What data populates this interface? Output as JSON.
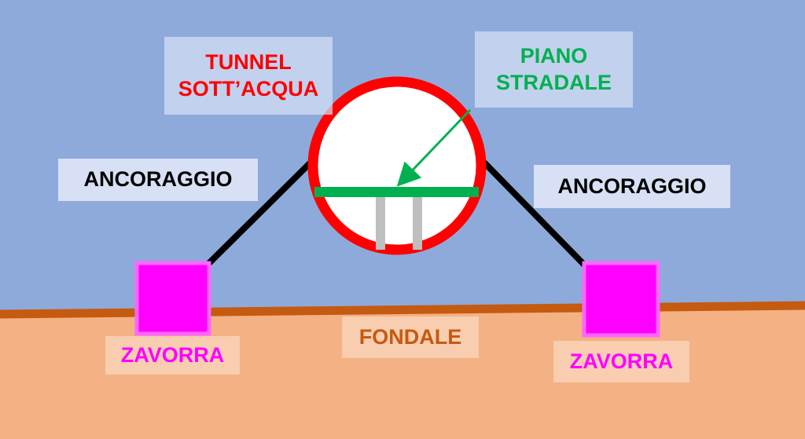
{
  "labels": {
    "tunnel": "TUNNEL\nSOTT’ACQUA",
    "road_deck": "PIANO\nSTRADALE",
    "anchor_left": "ANCORAGGIO",
    "anchor_right": "ANCORAGGIO",
    "seabed": "FONDALE",
    "ballast_left": "ZAVORRA",
    "ballast_right": "ZAVORRA"
  },
  "colors": {
    "water": "#8eaadb",
    "seabed": "#f4b183",
    "seabed_line": "#c55a11",
    "tunnel_ring": "#ff0000",
    "tunnel_inside": "#ffffff",
    "road_deck": "#00b050",
    "pillars": "#bfbfbf",
    "anchor_cable": "#000000",
    "ballast_fill": "#ff00ff",
    "ballast_border": "#ff66ff",
    "tunnel_text": "#ff0000",
    "road_text": "#00b050",
    "ballast_text": "#ff00ff",
    "seabed_text": "#c55a11"
  }
}
